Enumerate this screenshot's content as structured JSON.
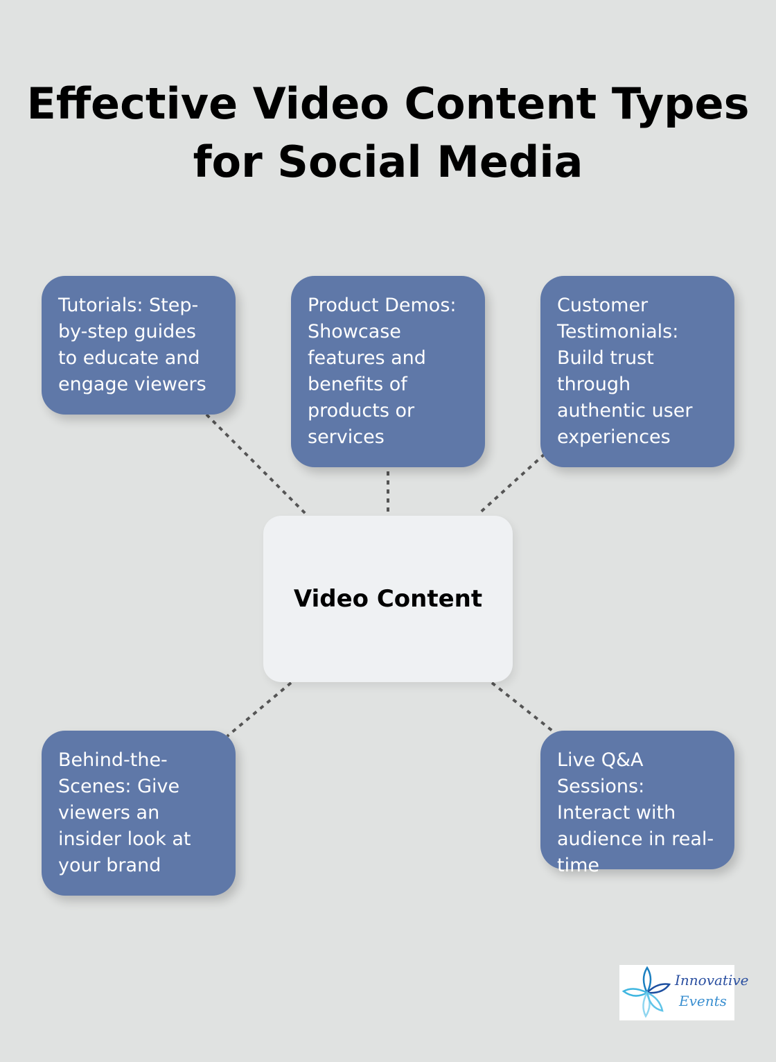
{
  "title": "Effective Video Content Types for Social Media",
  "center": "Video Content",
  "nodes": [
    "Tutorials: Step-by-step guides to educate and engage viewers",
    "Product Demos: Showcase features and benefits of products or services",
    "Customer Testimonials: Build trust through authentic user experiences",
    "Behind-the-Scenes: Give viewers an insider look at your brand",
    "Live Q&A Sessions: Interact with audience in real-time"
  ],
  "logo": {
    "line1": "Innovative",
    "line2": "Events"
  },
  "colors": {
    "background": "#e0e2e1",
    "node": "#5f78a8",
    "center": "#eff1f3",
    "connector": "#555555"
  }
}
